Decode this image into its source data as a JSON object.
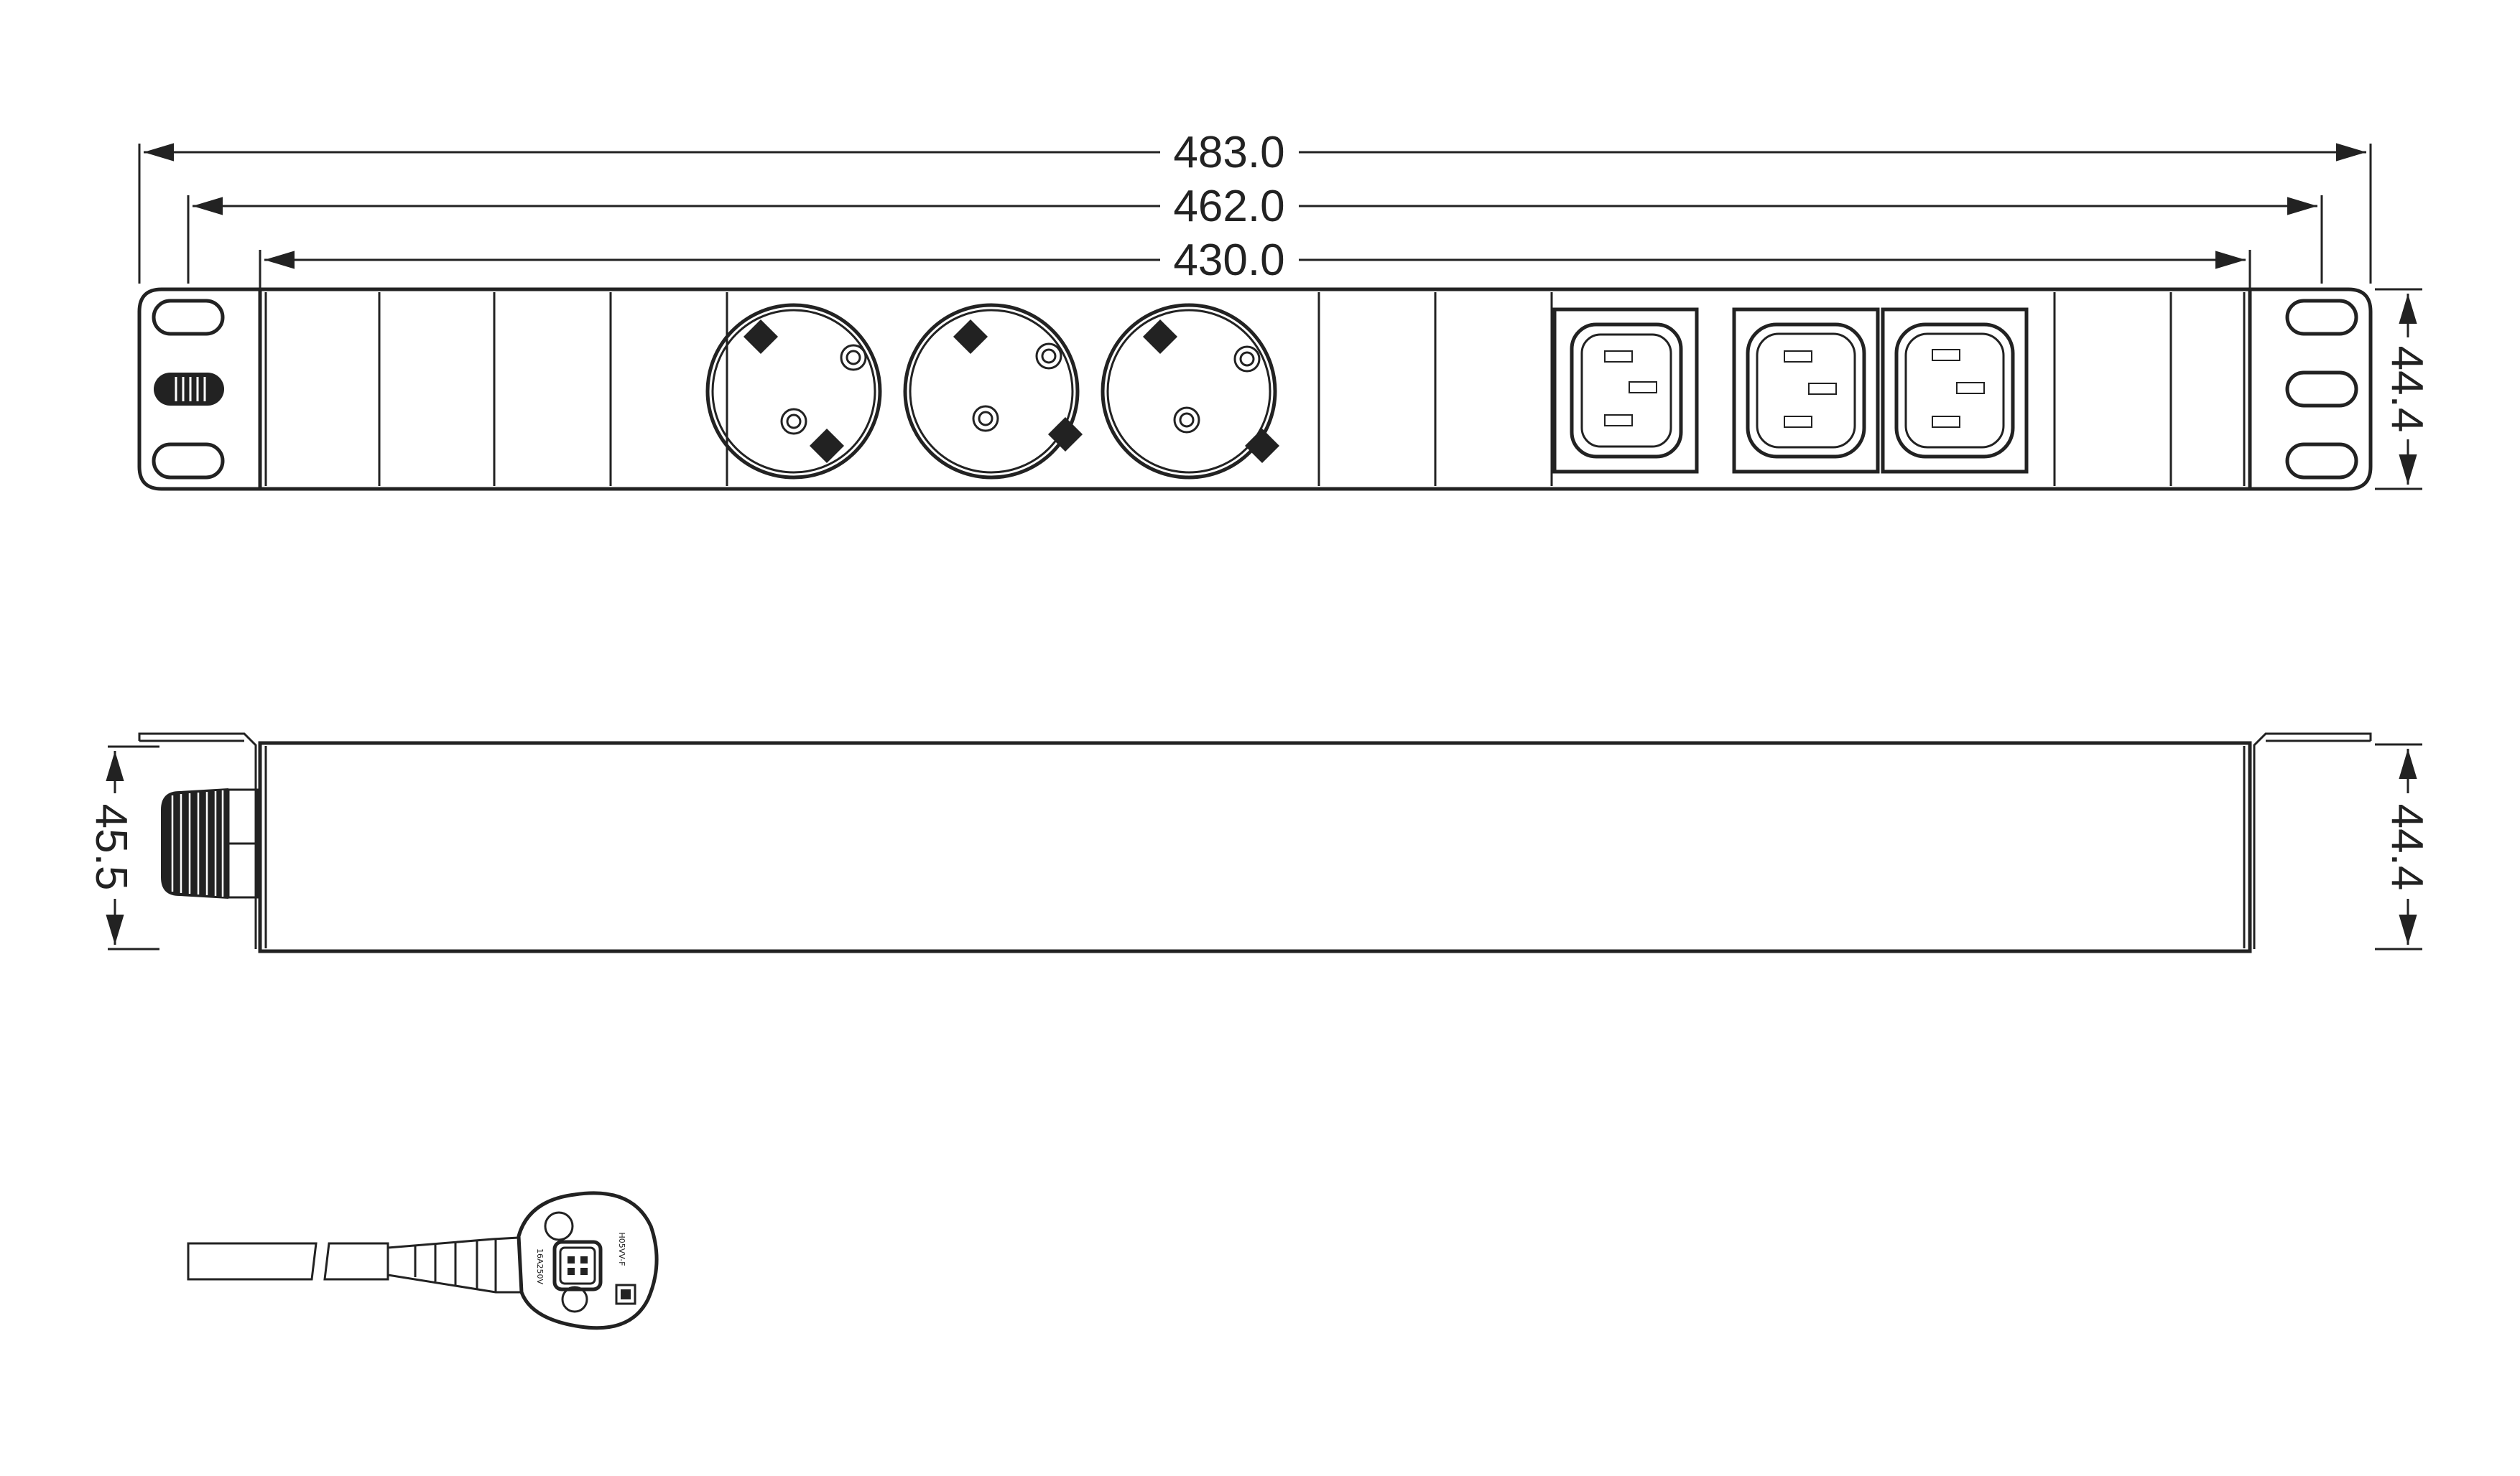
{
  "dimensions": {
    "overall_width": "483.0",
    "mounting_width": "462.0",
    "body_width": "430.0",
    "front_height": "44.4",
    "side_height_right": "44.4",
    "side_height_left": "45.5"
  },
  "plug_labels": {
    "line1": "16A250V",
    "line2": "H05VV-F"
  }
}
